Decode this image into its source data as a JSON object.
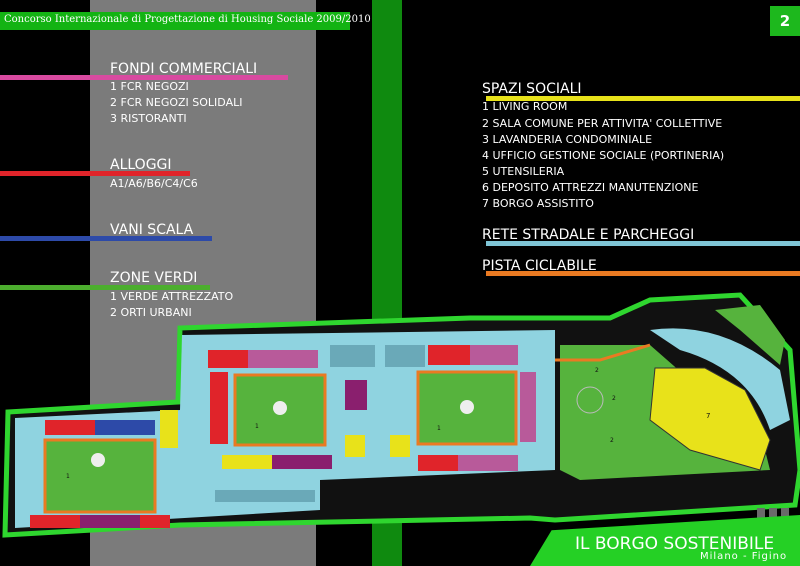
{
  "header": {
    "title": "Concorso Internazionale di Progettazione di Housing Sociale 2009/2010",
    "page_number": "2"
  },
  "legend_left": [
    {
      "id": "fondi",
      "title": "FONDI COMMERCIALI",
      "color": "#d84aa0",
      "items": [
        "1 FCR NEGOZI",
        "2 FCR NEGOZI SOLIDALI",
        "3 RISTORANTI"
      ]
    },
    {
      "id": "alloggi",
      "title": "ALLOGGI",
      "color": "#e0242a",
      "items": [
        "A1/A6/B6/C4/C6"
      ]
    },
    {
      "id": "vani",
      "title": "VANI SCALA",
      "color": "#2d4aa8",
      "items": []
    },
    {
      "id": "zone",
      "title": "ZONE VERDI",
      "color": "#4cae2e",
      "items": [
        "1 VERDE ATTREZZATO",
        "2 ORTI URBANI"
      ]
    }
  ],
  "legend_right": [
    {
      "id": "spazi",
      "title": "SPAZI SOCIALI",
      "color": "#e8e21a",
      "items": [
        "1 LIVING ROOM",
        "2 SALA COMUNE PER ATTIVITA' COLLETTIVE",
        "3 LAVANDERIA CONDOMINIALE",
        "4 UFFICIO GESTIONE SOCIALE (PORTINERIA)",
        "5 UTENSILERIA",
        "6 DEPOSITO ATTREZZI MANUTENZIONE",
        "7 BORGO ASSISTITO"
      ]
    },
    {
      "id": "rete",
      "title": "RETE STRADALE E PARCHEGGI",
      "color": "#7fc5d6",
      "items": []
    },
    {
      "id": "pista",
      "title": "PISTA CICLABILE",
      "color": "#ea7a22",
      "items": []
    }
  ],
  "plan_labels": {
    "courtyard_1": "1",
    "courtyard_2": "1",
    "courtyard_3": "1",
    "orti_a": "2",
    "orti_b": "2",
    "orti_c": "2",
    "borgo": "7"
  },
  "footer": {
    "title": "IL BORGO SOSTENIBILE",
    "subtitle": "Milano - Figino"
  }
}
